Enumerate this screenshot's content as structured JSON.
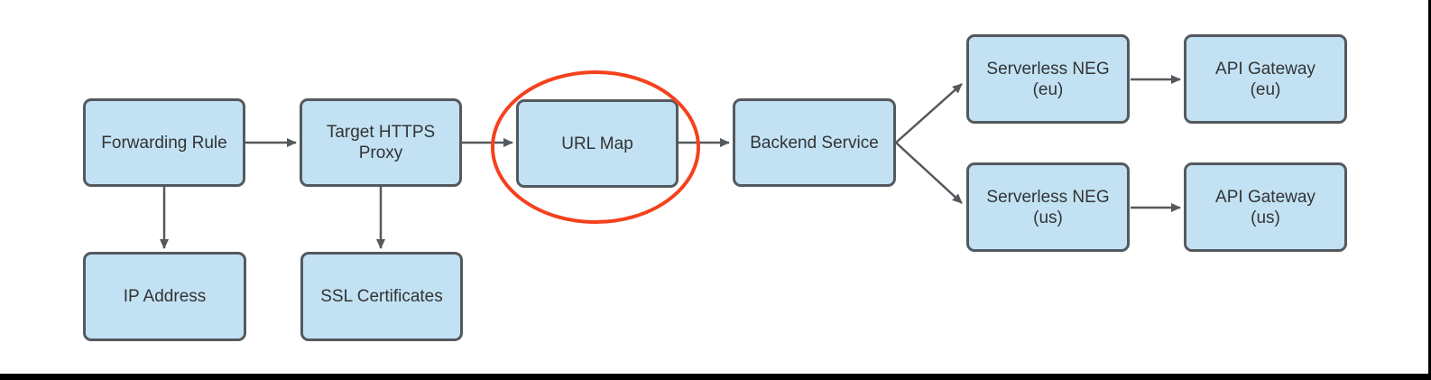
{
  "diagram_type": "flowchart",
  "colors": {
    "node_fill": "#C2E2F4",
    "node_border": "#54595E",
    "connector": "#54595E",
    "text": "#333333",
    "highlight": "#F5411D",
    "frame_border": "#000000"
  },
  "nodes": {
    "forwarding_rule": {
      "label": "Forwarding Rule"
    },
    "target_https_proxy": {
      "label": "Target HTTPS\nProxy"
    },
    "url_map": {
      "label": "URL Map"
    },
    "backend_service": {
      "label": "Backend Service"
    },
    "serverless_neg_eu": {
      "label": "Serverless NEG\n(eu)"
    },
    "api_gateway_eu": {
      "label": "API Gateway\n(eu)"
    },
    "serverless_neg_us": {
      "label": "Serverless NEG\n(us)"
    },
    "api_gateway_us": {
      "label": "API Gateway\n(us)"
    },
    "ip_address": {
      "label": "IP Address"
    },
    "ssl_certificates": {
      "label": "SSL Certificates"
    }
  },
  "edges": [
    {
      "from": "forwarding_rule",
      "to": "target_https_proxy",
      "direction": "right"
    },
    {
      "from": "target_https_proxy",
      "to": "url_map",
      "direction": "right"
    },
    {
      "from": "url_map",
      "to": "backend_service",
      "direction": "right"
    },
    {
      "from": "backend_service",
      "to": "serverless_neg_eu",
      "direction": "up-right"
    },
    {
      "from": "backend_service",
      "to": "serverless_neg_us",
      "direction": "down-right"
    },
    {
      "from": "serverless_neg_eu",
      "to": "api_gateway_eu",
      "direction": "right"
    },
    {
      "from": "serverless_neg_us",
      "to": "api_gateway_us",
      "direction": "right"
    },
    {
      "from": "forwarding_rule",
      "to": "ip_address",
      "direction": "down"
    },
    {
      "from": "target_https_proxy",
      "to": "ssl_certificates",
      "direction": "down"
    }
  ],
  "annotations": {
    "highlight_ellipse": {
      "around": "url_map",
      "shape": "ellipse",
      "color": "#F5411D"
    }
  }
}
